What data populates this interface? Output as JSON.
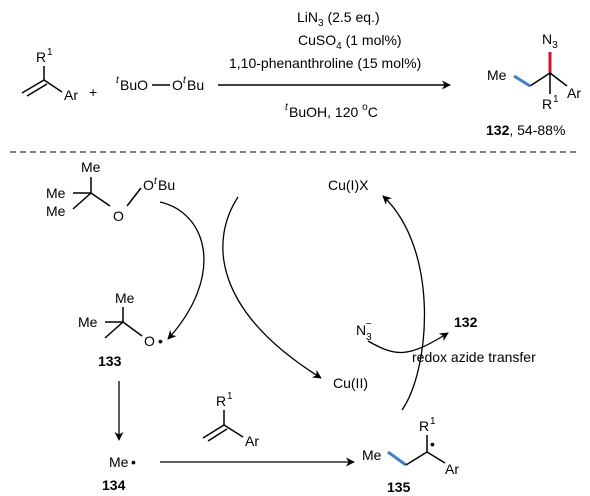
{
  "colors": {
    "ink": "#000000",
    "blue_bond": "#3f7fc4",
    "red_bond": "#d0152e"
  },
  "top_scheme": {
    "alkene": {
      "substituent": "R",
      "substituent_sup": "1",
      "aryl": "Ar"
    },
    "plus": "+",
    "peroxide": {
      "t1": "t",
      "bu1": "BuO",
      "dash": "—",
      "o2": "O",
      "t2": "t",
      "bu2": "Bu"
    },
    "conditions": {
      "line1_pre": "LiN",
      "line1_sub": "3",
      "line1_post": " (2.5 eq.)",
      "line2_pre": "CuSO",
      "line2_sub": "4",
      "line2_post": " (1 mol%)",
      "line3": "1,10-phenanthroline (15 mol%)",
      "line4_t": "t",
      "line4_mid": "BuOH, 120 ",
      "line4_o": "o",
      "line4_c": "C"
    },
    "product": {
      "n": "N",
      "n_sub": "3",
      "me": "Me",
      "r": "R",
      "r_sup": "1",
      "ar": "Ar",
      "label": "132",
      "yield": ", 54-88%"
    }
  },
  "cycle": {
    "peroxide": {
      "me1": "Me",
      "me2": "Me",
      "me3": "Me",
      "o1": "O",
      "o2": "O",
      "t": "t",
      "bu": "Bu"
    },
    "cu1": "Cu(I)X",
    "cu2": "Cu(II)",
    "alkoxy": {
      "me1": "Me",
      "me2": "Me",
      "o": "O",
      "dot": "•",
      "label": "133"
    },
    "azide": {
      "n": "N",
      "sub": "3",
      "sup": "−"
    },
    "product_label": "132",
    "transfer": "redox azide transfer",
    "methyl": {
      "me": "Me",
      "dot": "•",
      "label": "134"
    },
    "alkene": {
      "r": "R",
      "sup": "1",
      "ar": "Ar"
    },
    "radical": {
      "me": "Me",
      "r": "R",
      "sup": "1",
      "dot": "•",
      "ar": "Ar",
      "label": "135"
    }
  }
}
